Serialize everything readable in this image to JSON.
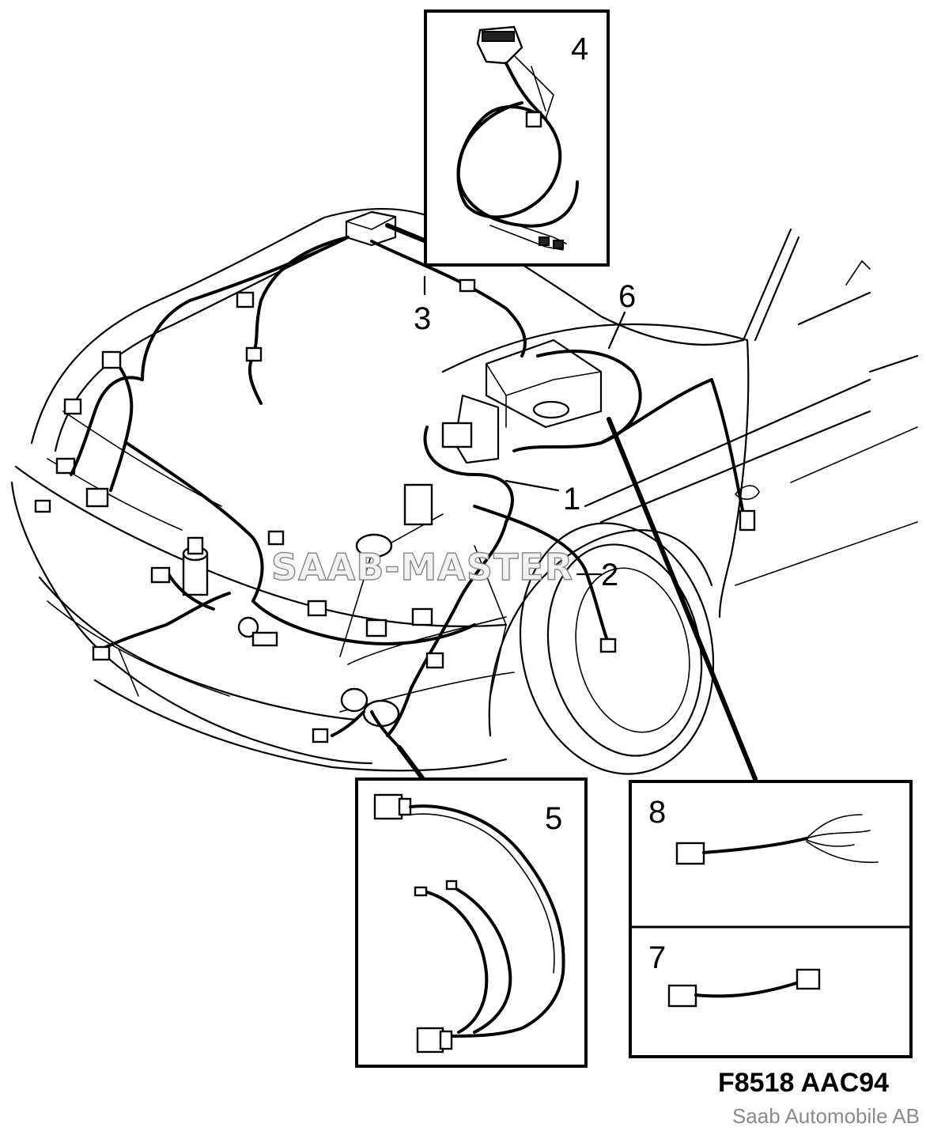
{
  "diagram": {
    "callouts": {
      "c1": "1",
      "c2": "2",
      "c3": "3",
      "c4": "4",
      "c5": "5",
      "c6": "6",
      "c7": "7",
      "c8": "8"
    },
    "watermark": "SAAB-MASTER",
    "figure_code": "F8518  AAC94",
    "copyright": "Saab Automobile AB"
  }
}
